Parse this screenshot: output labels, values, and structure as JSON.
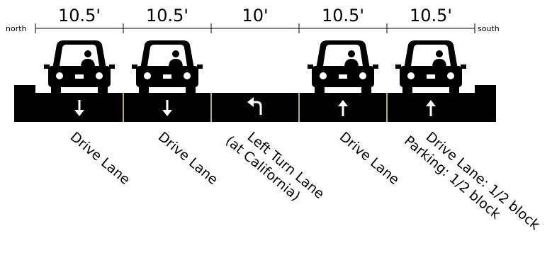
{
  "dimension_line": {
    "start_label": "north",
    "end_label": "south",
    "widths": [
      "10.5'",
      "10.5'",
      "10'",
      "10.5'",
      "10.5'"
    ]
  },
  "lanes": [
    {
      "label_lines": [
        "Drive Lane"
      ],
      "arrow": "down",
      "has_car": true
    },
    {
      "label_lines": [
        "Drive Lane"
      ],
      "arrow": "down",
      "has_car": true
    },
    {
      "label_lines": [
        "Left Turn Lane",
        "(at California)"
      ],
      "arrow": "left-turn",
      "has_car": false
    },
    {
      "label_lines": [
        "Drive Lane"
      ],
      "arrow": "up",
      "has_car": true
    },
    {
      "label_lines": [
        "Drive Lane: 1/2 block",
        "Parking: 1/2 block"
      ],
      "arrow": "up",
      "has_car": true
    }
  ],
  "colors": {
    "road": "#000000",
    "lane_divider": "#e8e4b0",
    "arrow": "#ffffff",
    "background": "#ffffff"
  }
}
